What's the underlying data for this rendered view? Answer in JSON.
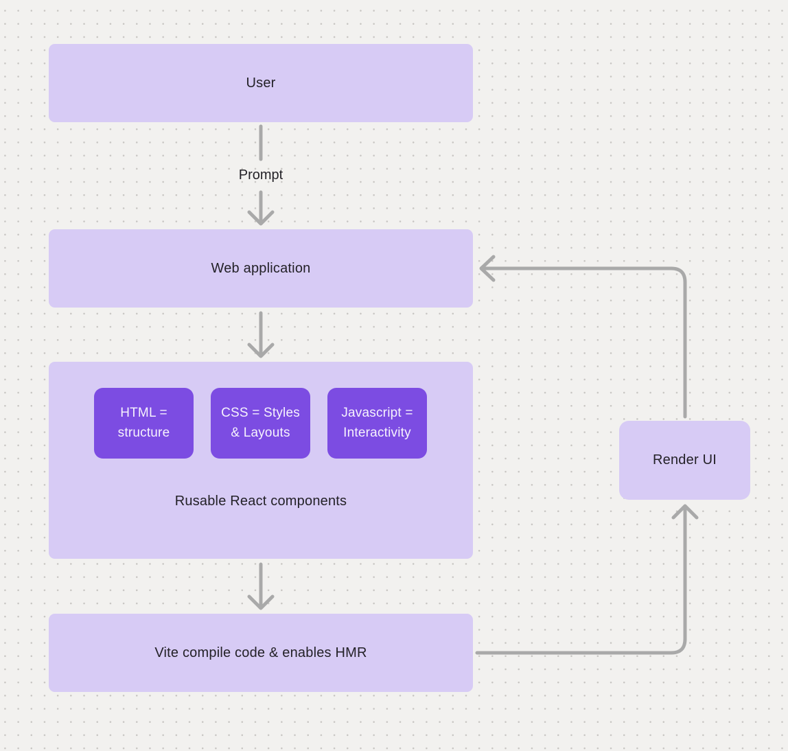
{
  "canvas": {
    "background": "#f2f1ef",
    "dot_color": "#c7c5c2"
  },
  "colors": {
    "node_fill": "#d7cbf5",
    "component_fill": "#7c4ce2",
    "connector": "#a9a9a9",
    "node_text": "#232127",
    "component_text": "#f6f2fd"
  },
  "nodes": {
    "user": {
      "label": "User"
    },
    "web_application": {
      "label": "Web application"
    },
    "react_group": {
      "label": "Rusable React components",
      "components": [
        {
          "label": "HTML = structure"
        },
        {
          "label": "CSS = Styles & Layouts"
        },
        {
          "label": "Javascript = Interactivity"
        }
      ]
    },
    "vite": {
      "label": "Vite compile code & enables HMR"
    },
    "render_ui": {
      "label": "Render UI"
    }
  },
  "edges": {
    "user_to_web": {
      "label": "Prompt"
    }
  }
}
